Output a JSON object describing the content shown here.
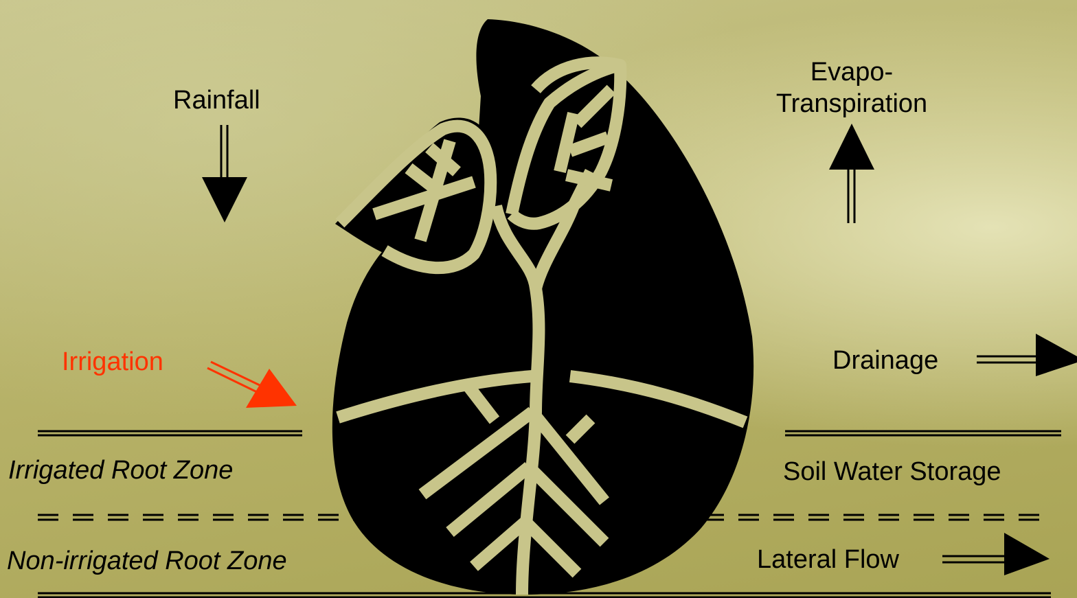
{
  "labels": {
    "rainfall": "Rainfall",
    "evapotranspiration_line1": "Evapo-",
    "evapotranspiration_line2": "Transpiration",
    "irrigation": "Irrigation",
    "drainage": "Drainage",
    "irrigated_root_zone": "Irrigated Root Zone",
    "soil_water_storage": "Soil Water Storage",
    "non_irrigated_root_zone": "Non-irrigated Root Zone",
    "lateral_flow": "Lateral Flow"
  },
  "colors": {
    "plant": "#000000",
    "plant_lines": "#c8c58a",
    "arrow": "#000000",
    "irrigation_arrow": "#ff3300",
    "irrigation_text": "#ff3300"
  },
  "icons": {
    "plant": "seedling-with-roots-icon",
    "rainfall_arrow": "down-arrow-icon",
    "evapotranspiration_arrow": "up-arrow-icon",
    "irrigation_arrow": "diagonal-arrow-icon",
    "drainage_arrow": "right-arrow-icon",
    "lateral_flow_arrow": "right-arrow-icon"
  }
}
